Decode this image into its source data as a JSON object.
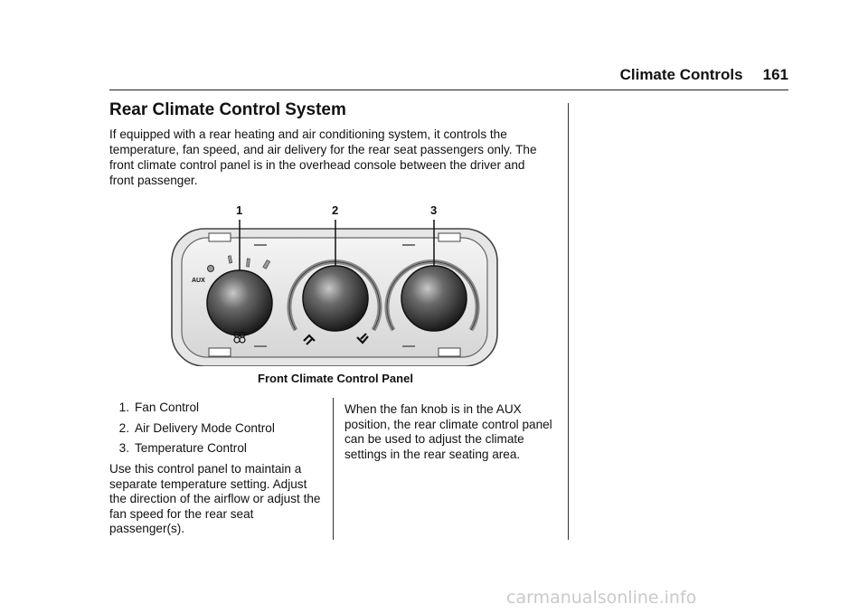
{
  "header": {
    "section": "Climate Controls",
    "page_number": "161"
  },
  "title": "Rear Climate Control System",
  "intro": "If equipped with a rear heating and air conditioning system, it controls the temperature, fan speed, and air delivery for the rear seat passengers only. The front climate control panel is in the overhead console between the driver and front passenger.",
  "figure": {
    "callouts": [
      "1",
      "2",
      "3"
    ],
    "aux_label": "AUX",
    "caption": "Front Climate Control Panel"
  },
  "list": [
    {
      "num": "1.",
      "label": "Fan Control"
    },
    {
      "num": "2.",
      "label": "Air Delivery Mode Control"
    },
    {
      "num": "3.",
      "label": "Temperature Control"
    }
  ],
  "left_paragraph": "Use this control panel to maintain a separate temperature setting. Adjust the direction of the airflow or adjust the fan speed for the rear seat passenger(s).",
  "right_paragraph": "When the fan knob is in the AUX position, the rear climate control panel can be used to adjust the climate settings in the rear seating area.",
  "watermark": "carmanualsonline.info"
}
